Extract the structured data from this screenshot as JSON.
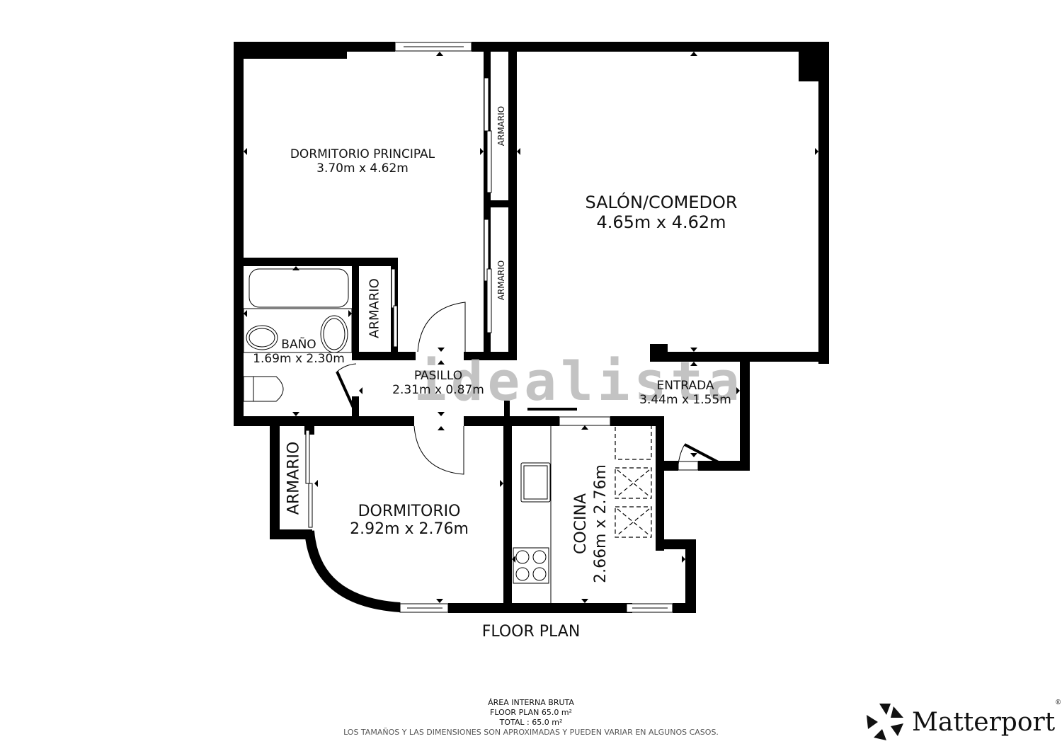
{
  "plan": {
    "title": "FLOOR PLAN",
    "watermark": "idealista",
    "rooms": [
      {
        "id": "dormitorio-principal",
        "name": "DORMITORIO PRINCIPAL",
        "dims": "3.70m x 4.62m"
      },
      {
        "id": "salon-comedor",
        "name": "SALÓN/COMEDOR",
        "dims": "4.65m x 4.62m"
      },
      {
        "id": "bano",
        "name": "BAÑO",
        "dims": "1.69m x 2.30m"
      },
      {
        "id": "pasillo",
        "name": "PASILLO",
        "dims": "2.31m x 0.87m"
      },
      {
        "id": "entrada",
        "name": "ENTRADA",
        "dims": "3.44m x 1.55m"
      },
      {
        "id": "dormitorio",
        "name": "DORMITORIO",
        "dims": "2.92m x 2.76m"
      },
      {
        "id": "cocina",
        "name": "COCINA",
        "dims": "2.66m x 2.76m"
      }
    ],
    "closets": [
      {
        "label": "ARMARIO",
        "location": "dormitorio-principal-upper"
      },
      {
        "label": "ARMARIO",
        "location": "dormitorio-principal-lower"
      },
      {
        "label": "ARMARIO",
        "location": "pasillo"
      },
      {
        "label": "ARMARIO",
        "location": "dormitorio"
      }
    ]
  },
  "footer": {
    "line1": "ÁREA INTERNA BRUTA",
    "line2": "FLOOR PLAN 65.0 m²",
    "line3": "TOTAL :  65.0 m²",
    "disclaimer": "LOS TAMAÑOS Y LAS DIMENSIONES SON APROXIMADAS Y PUEDEN VARIAR EN ALGUNOS CASOS."
  },
  "brand": {
    "name": "Matterport",
    "reg": "®",
    "icon": "matterport-logo-icon"
  },
  "colors": {
    "wall": "#000000",
    "background": "#ffffff",
    "watermark": "#b9b9b9"
  }
}
